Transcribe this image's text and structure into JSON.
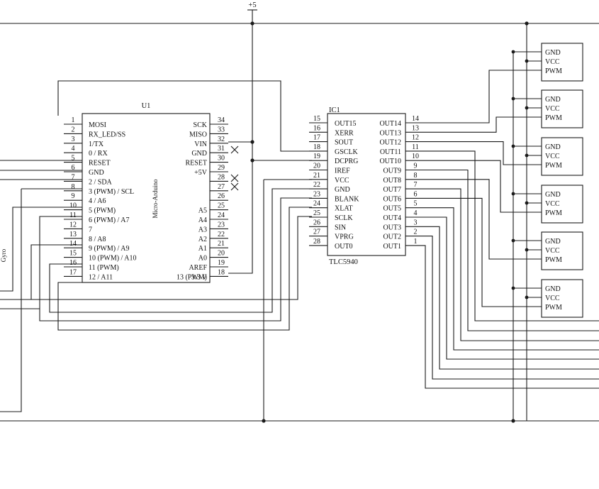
{
  "supply_label": "+5",
  "u1": {
    "ref": "U1",
    "part": "Micro-Arduino",
    "left_pins": [
      {
        "num": "1",
        "label": "MOSI"
      },
      {
        "num": "2",
        "label": "RX_LED/SS"
      },
      {
        "num": "3",
        "label": "1/TX"
      },
      {
        "num": "4",
        "label": "0 / RX"
      },
      {
        "num": "5",
        "label": "RESET"
      },
      {
        "num": "6",
        "label": "GND"
      },
      {
        "num": "7",
        "label": "2 / SDA"
      },
      {
        "num": "8",
        "label": "3 (PWM) / SCL"
      },
      {
        "num": "9",
        "label": "4 / A6"
      },
      {
        "num": "10",
        "label": "5 (PWM)"
      },
      {
        "num": "11",
        "label": "6 (PWM) / A7"
      },
      {
        "num": "12",
        "label": "7"
      },
      {
        "num": "13",
        "label": "8 / A8"
      },
      {
        "num": "14",
        "label": "9 (PWM) / A9"
      },
      {
        "num": "15",
        "label": "10 (PWM) / A10"
      },
      {
        "num": "16",
        "label": "11 (PWM)"
      },
      {
        "num": "17",
        "label": "12 / A11"
      }
    ],
    "right_pins": [
      {
        "num": "34",
        "label": "SCK"
      },
      {
        "num": "33",
        "label": "MISO"
      },
      {
        "num": "32",
        "label": "VIN"
      },
      {
        "num": "31",
        "label": "GND"
      },
      {
        "num": "30",
        "label": "RESET"
      },
      {
        "num": "29",
        "label": "+5V"
      },
      {
        "num": "28",
        "label": ""
      },
      {
        "num": "27",
        "label": ""
      },
      {
        "num": "26",
        "label": ""
      },
      {
        "num": "25",
        "label": "A5"
      },
      {
        "num": "24",
        "label": "A4"
      },
      {
        "num": "23",
        "label": "A3"
      },
      {
        "num": "22",
        "label": "A2"
      },
      {
        "num": "21",
        "label": "A1"
      },
      {
        "num": "20",
        "label": "A0"
      },
      {
        "num": "19",
        "label": "AREF"
      },
      {
        "num": "18",
        "label": "3.3 V"
      },
      {
        "num": "",
        "label": "13 (PWM)"
      }
    ]
  },
  "ic1": {
    "ref": "IC1",
    "part": "TLC5940",
    "left_pins": [
      {
        "num": "15",
        "label": "OUT15"
      },
      {
        "num": "16",
        "label": "XERR"
      },
      {
        "num": "17",
        "label": "SOUT"
      },
      {
        "num": "18",
        "label": "GSCLK"
      },
      {
        "num": "19",
        "label": "DCPRG"
      },
      {
        "num": "20",
        "label": "IREF"
      },
      {
        "num": "21",
        "label": "VCC"
      },
      {
        "num": "22",
        "label": "GND"
      },
      {
        "num": "23",
        "label": "BLANK"
      },
      {
        "num": "24",
        "label": "XLAT"
      },
      {
        "num": "25",
        "label": "SCLK"
      },
      {
        "num": "26",
        "label": "SIN"
      },
      {
        "num": "27",
        "label": "VPRG"
      },
      {
        "num": "28",
        "label": "OUT0"
      }
    ],
    "right_pins": [
      {
        "num": "14",
        "label": "OUT14"
      },
      {
        "num": "13",
        "label": "OUT13"
      },
      {
        "num": "12",
        "label": "OUT12"
      },
      {
        "num": "11",
        "label": "OUT11"
      },
      {
        "num": "10",
        "label": "OUT10"
      },
      {
        "num": "9",
        "label": "OUT9"
      },
      {
        "num": "8",
        "label": "OUT8"
      },
      {
        "num": "7",
        "label": "OUT7"
      },
      {
        "num": "6",
        "label": "OUT6"
      },
      {
        "num": "5",
        "label": "OUT5"
      },
      {
        "num": "4",
        "label": "OUT4"
      },
      {
        "num": "3",
        "label": "OUT3"
      },
      {
        "num": "2",
        "label": "OUT2"
      },
      {
        "num": "1",
        "label": "OUT1"
      }
    ]
  },
  "servo_pins": [
    "GND",
    "VCC",
    "PWM"
  ],
  "servo_count": 6,
  "gyro_label": "Gyro"
}
